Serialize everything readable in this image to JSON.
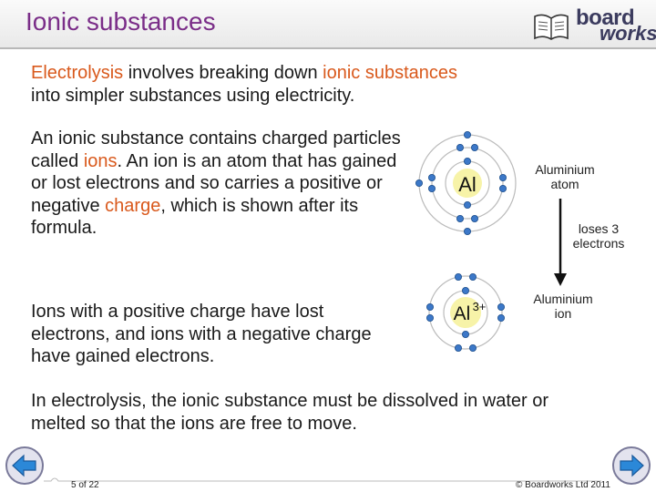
{
  "header": {
    "title": "Ionic substances",
    "brand_top": "board",
    "brand_bottom": "works"
  },
  "intro": {
    "kw1": "Electrolysis",
    "t1": " involves breaking down ",
    "kw2": "ionic substances",
    "t2": "into simpler substances using electricity."
  },
  "para1": {
    "t1": "An ionic substance contains charged particles called ",
    "kw1": "ions",
    "t2": ". An ion is an atom that has gained or lost electrons and so carries a positive  or negative ",
    "kw2": "charge",
    "t3": ", which is shown after its formula."
  },
  "para2": {
    "text": "Ions with a positive charge have lost electrons, and ions with a negative charge have gained electrons."
  },
  "para3": {
    "text": "In electrolysis, the ionic substance must be dissolved in water or melted so that the ions are free to move."
  },
  "diagram": {
    "atom_symbol": "Al",
    "ion_symbol": "Al",
    "ion_charge": "3+",
    "atom_label_1": "Aluminium",
    "atom_label_2": "atom",
    "arrow_label_1": "loses 3",
    "arrow_label_2": "electrons",
    "ion_label_1": "Aluminium",
    "ion_label_2": "ion"
  },
  "footer": {
    "page": "5 of 22",
    "copyright": "© Boardworks Ltd 2011"
  },
  "colors": {
    "title": "#7a2d88",
    "highlight": "#d9591c",
    "nucleus": "#f7f3a8",
    "electron": "#3c78c8"
  }
}
